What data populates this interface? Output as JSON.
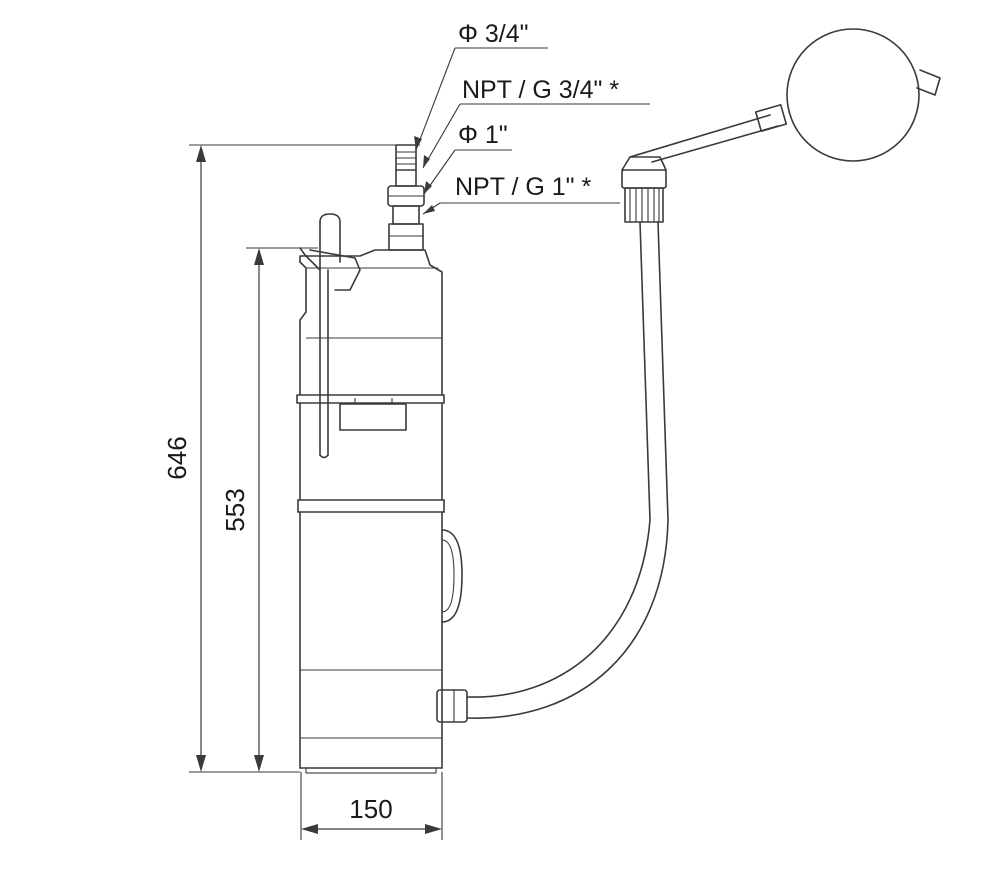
{
  "labels": {
    "outlet_diameter_small": "Φ 3/4\"",
    "outlet_thread_small": "NPT / G 3/4\" *",
    "outlet_diameter_large": "Φ 1\"",
    "outlet_thread_large": "NPT / G 1\" *"
  },
  "dimensions": {
    "total_height": "646",
    "body_height": "553",
    "width": "150"
  }
}
